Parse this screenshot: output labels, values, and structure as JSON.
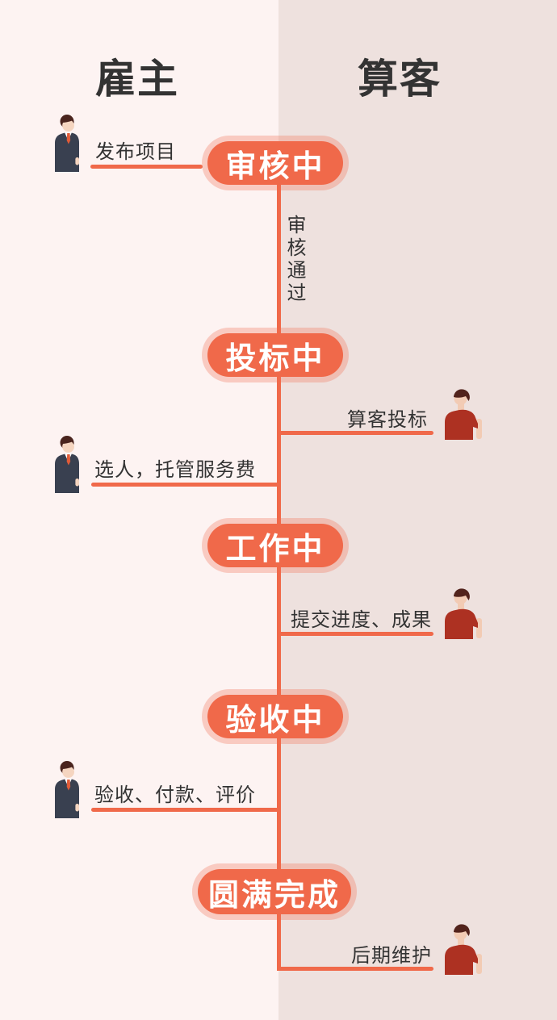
{
  "page": {
    "left_header": "雇主",
    "right_header": "算客"
  },
  "timeline": {
    "stages": [
      {
        "label": "审核中"
      },
      {
        "label": "投标中"
      },
      {
        "label": "工作中"
      },
      {
        "label": "验收中"
      },
      {
        "label": "圆满完成"
      }
    ],
    "transition_note": "审核通过"
  },
  "employer_actions": [
    {
      "label": "发布项目"
    },
    {
      "label": "选人，托管服务费"
    },
    {
      "label": "验收、付款、评价"
    }
  ],
  "freelancer_actions": [
    {
      "label": "算客投标"
    },
    {
      "label": "提交进度、成果"
    },
    {
      "label": "后期维护"
    }
  ],
  "icons": {
    "employer": "employer-person-icon",
    "freelancer": "freelancer-person-icon"
  },
  "colors": {
    "accent": "#f0694a",
    "accent_halo": "rgba(241,110,80,0.30)",
    "left_background": "#fdf3f2",
    "right_background": "#eee1de",
    "text": "#333333",
    "stage_text": "#ffffff",
    "employer_suit": "#394050",
    "employer_tie": "#e05b38",
    "freelancer_shirt": "#ad3122",
    "hair": "#4a241e",
    "skin": "#f5d5c0"
  }
}
